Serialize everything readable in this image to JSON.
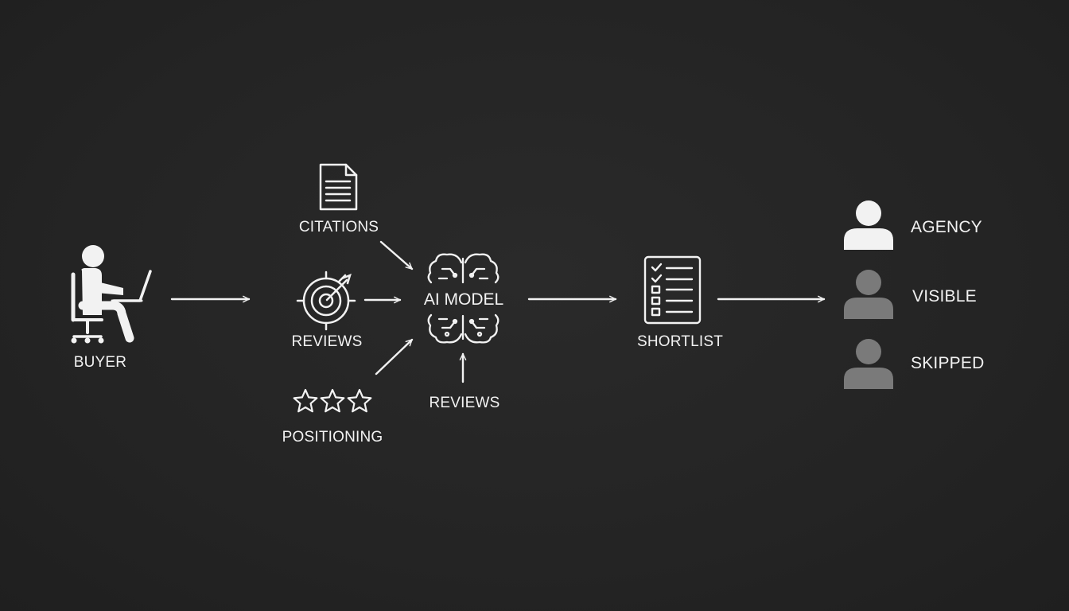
{
  "nodes": {
    "buyer": "BUYER",
    "citations": "CITATIONS",
    "reviews_target": "REVIEWS",
    "positioning": "POSITIONING",
    "ai_model": "AI MODEL",
    "reviews_bottom": "REVIEWS",
    "shortlist": "SHORTLIST"
  },
  "outcomes": {
    "agency": "AGENCY",
    "visible": "VISIBLE",
    "skipped": "SKIPPED"
  },
  "icons": {
    "buyer": "person-at-laptop-icon",
    "citations": "document-icon",
    "reviews": "target-arrow-icon",
    "positioning": "three-stars-icon",
    "ai_model": "circuit-brain-icon",
    "shortlist": "checklist-icon",
    "agency": "person-icon",
    "visible": "person-icon",
    "skipped": "person-icon"
  },
  "colors": {
    "background": "#262626",
    "foreground": "#f2f2f2",
    "dimmed": "#7a7a7a"
  }
}
